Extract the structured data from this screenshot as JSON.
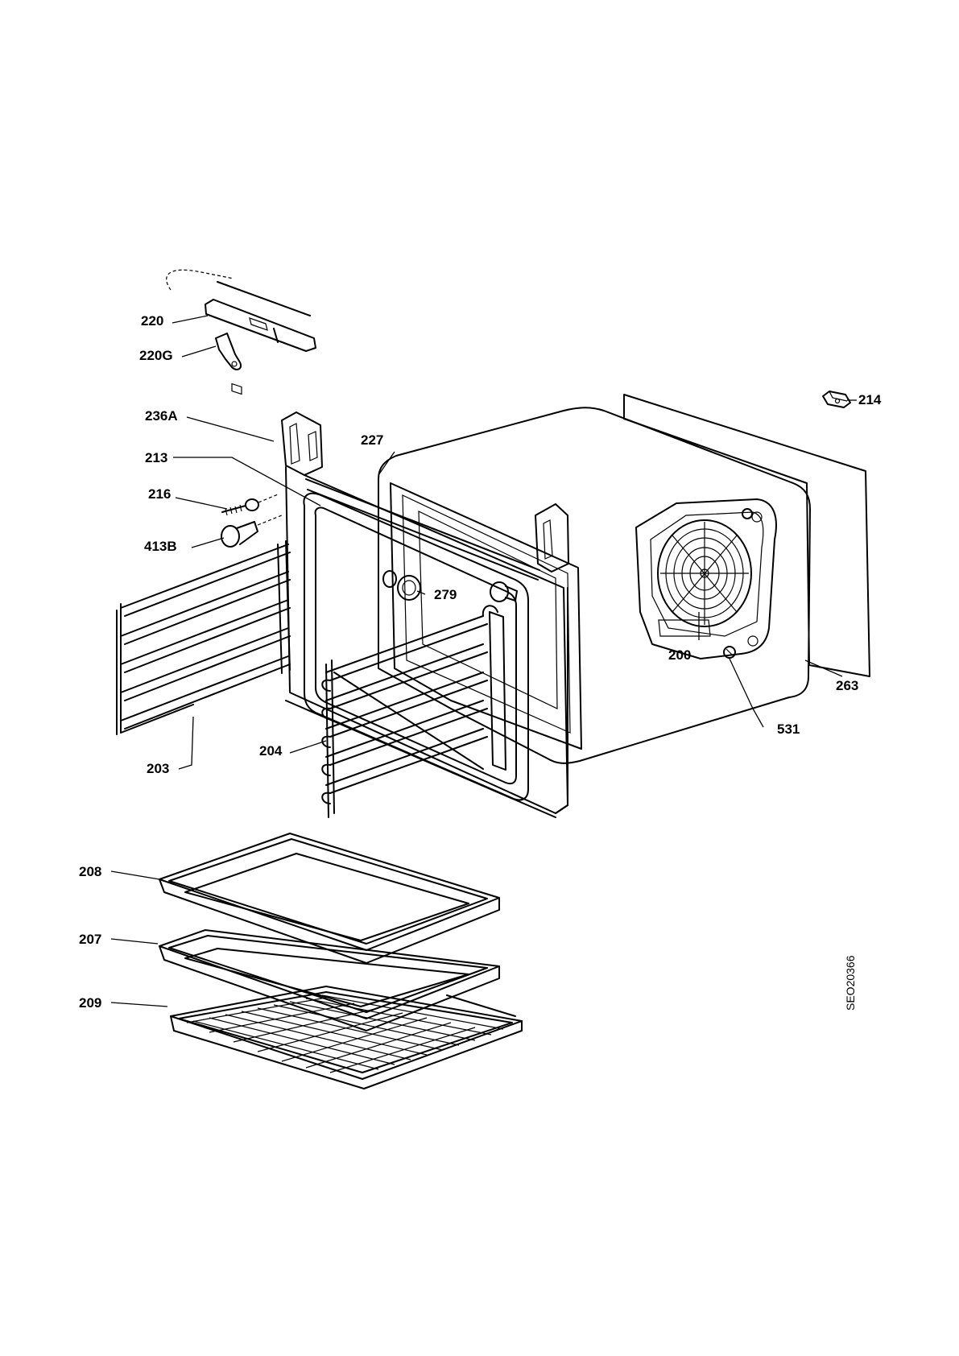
{
  "callouts": {
    "p220": "220",
    "p220G": "220G",
    "p214": "214",
    "p236A": "236A",
    "p227": "227",
    "p213": "213",
    "p216": "216",
    "p413B": "413B",
    "p279": "279",
    "p200": "200",
    "p263": "263",
    "p531": "531",
    "p203": "203",
    "p204": "204",
    "p208": "208",
    "p207": "207",
    "p209": "209"
  },
  "drawing_code": "SEO20366",
  "colors": {
    "ink": "#000000",
    "paper": "#ffffff",
    "insulation": "#f4f4f4"
  }
}
